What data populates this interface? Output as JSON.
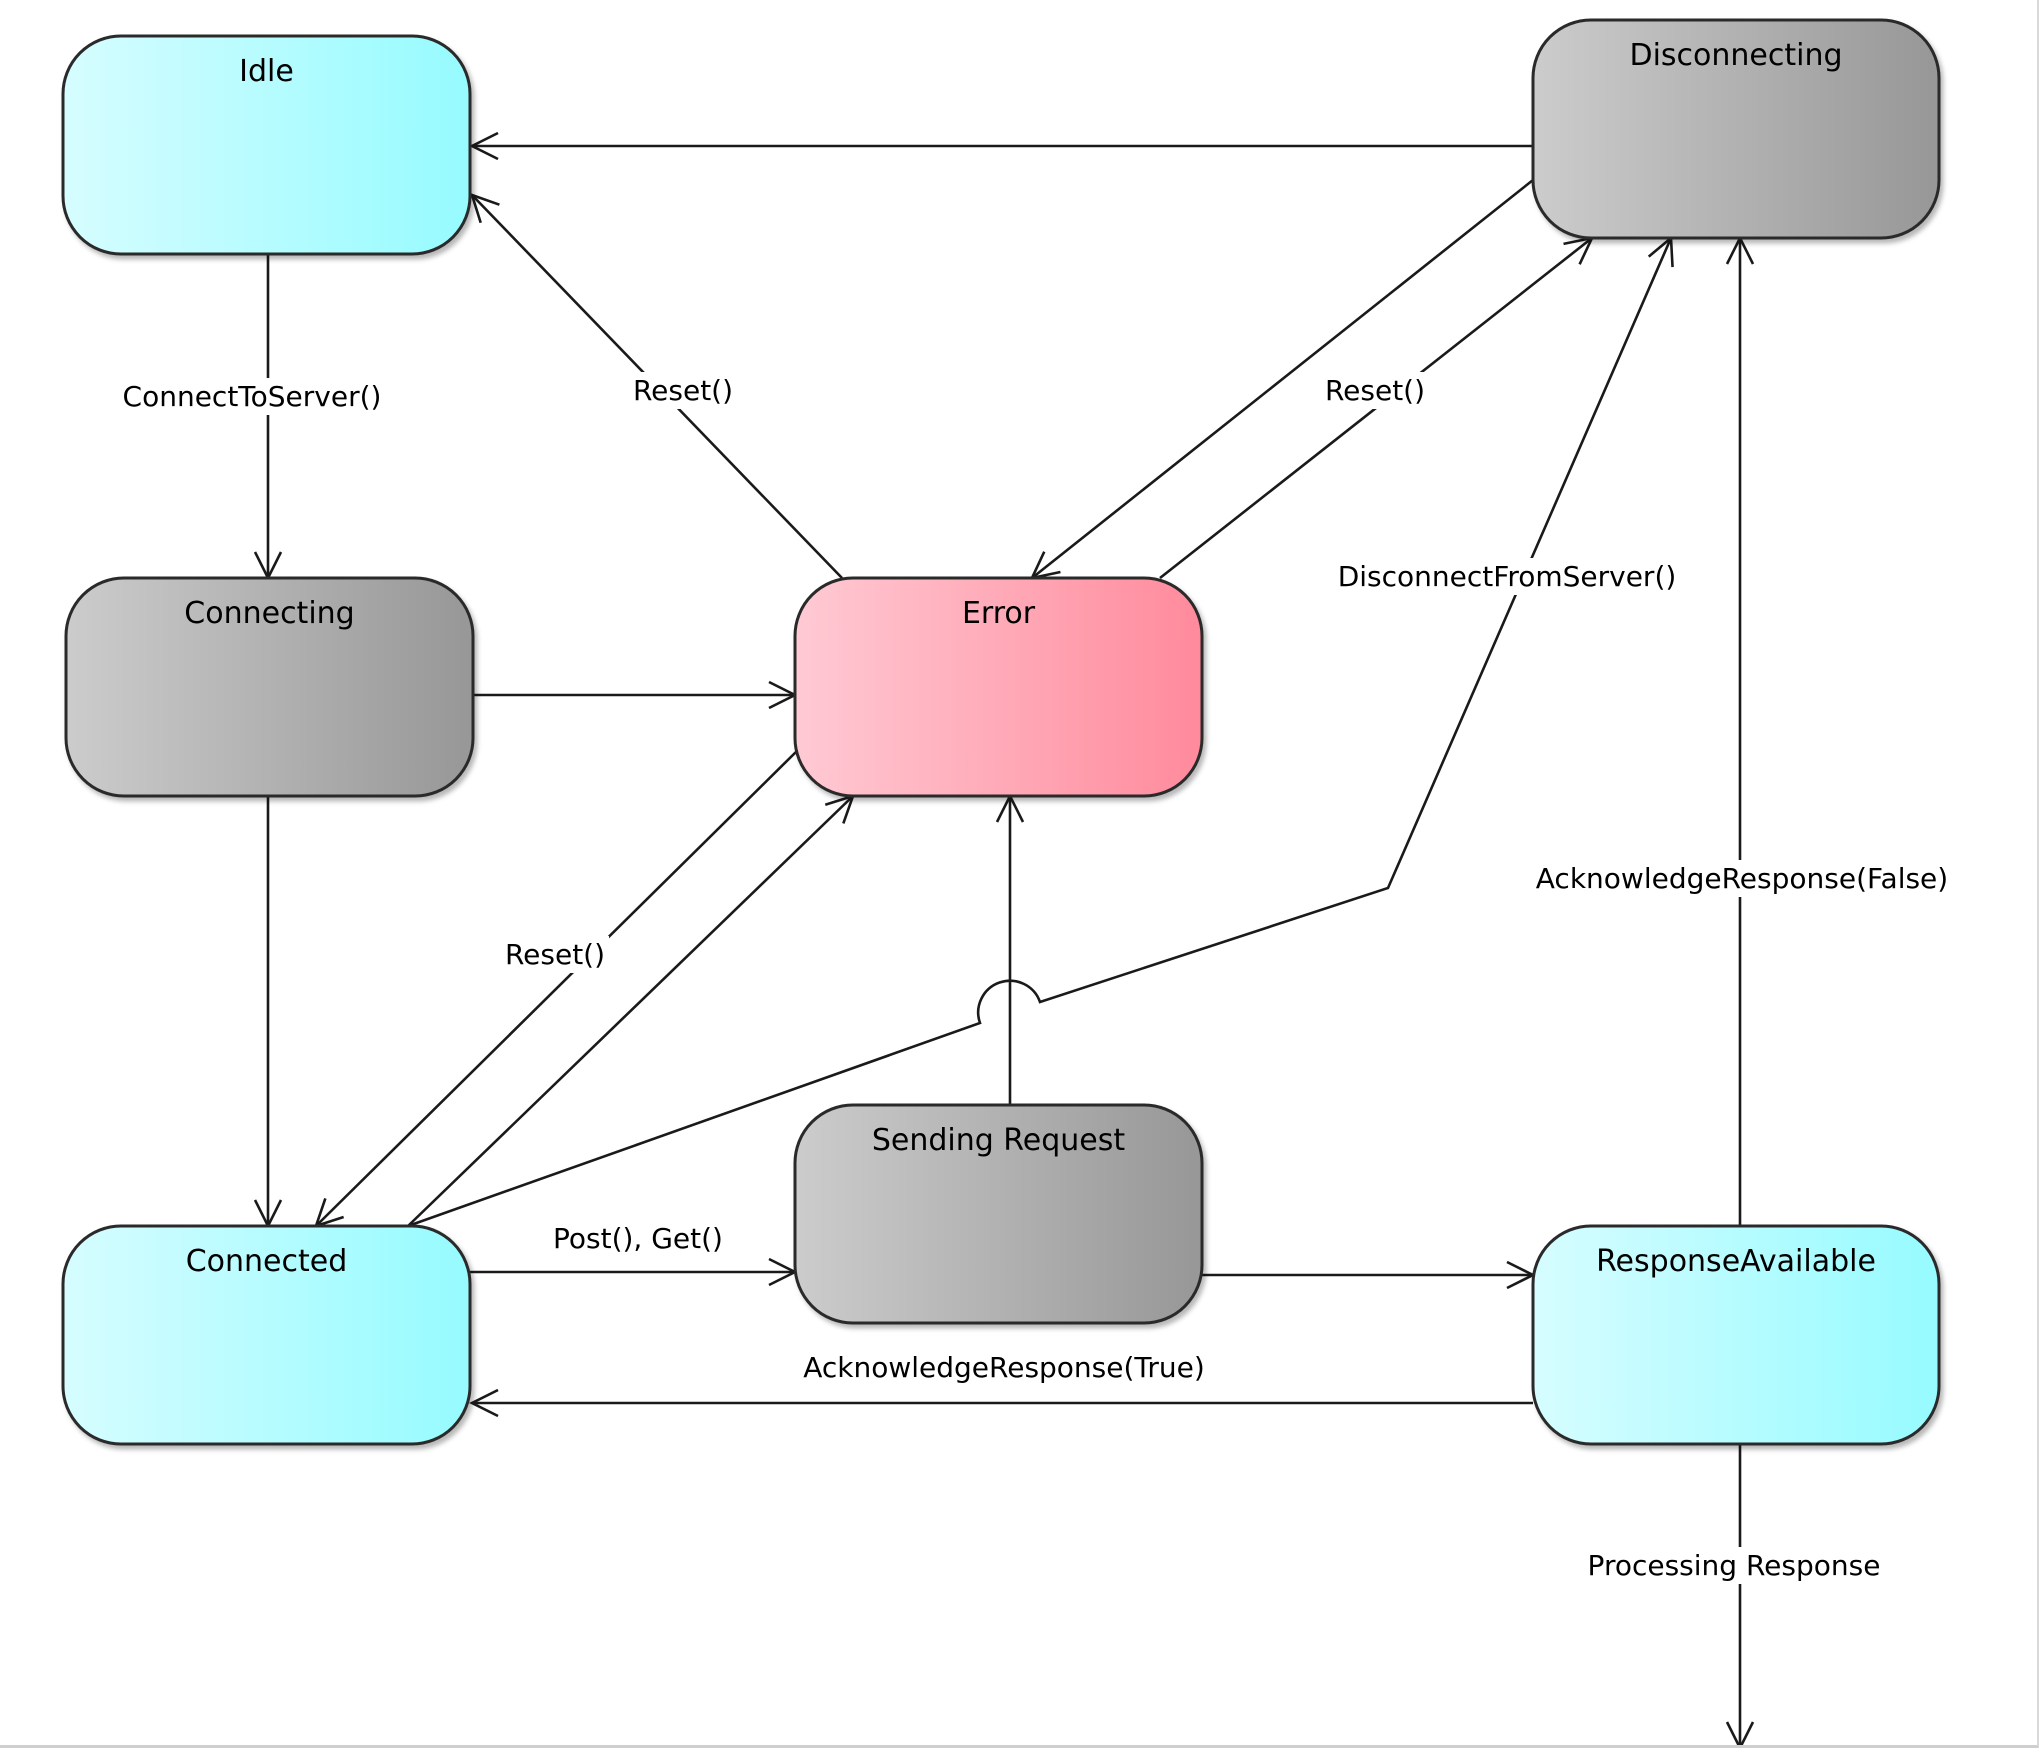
{
  "diagram": {
    "type": "state-machine",
    "states": [
      {
        "id": "idle",
        "name": "Idle",
        "color": "cyan"
      },
      {
        "id": "disconnecting",
        "name": "Disconnecting",
        "color": "gray"
      },
      {
        "id": "connecting",
        "name": "Connecting",
        "color": "gray"
      },
      {
        "id": "error",
        "name": "Error",
        "color": "pink"
      },
      {
        "id": "connected",
        "name": "Connected",
        "color": "cyan"
      },
      {
        "id": "sending",
        "name": "Sending Request",
        "color": "gray"
      },
      {
        "id": "response",
        "name": "ResponseAvailable",
        "color": "cyan"
      }
    ],
    "transitions": [
      {
        "id": "t_disc_idle",
        "from": "disconnecting",
        "to": "idle",
        "label": ""
      },
      {
        "id": "t_idle_connecting",
        "from": "idle",
        "to": "connecting",
        "label": "ConnectToServer()"
      },
      {
        "id": "t_error_idle",
        "from": "error",
        "to": "idle",
        "label": "Reset()"
      },
      {
        "id": "t_disc_error",
        "from": "disconnecting",
        "to": "error",
        "label": ""
      },
      {
        "id": "t_error_disc",
        "from": "error",
        "to": "disconnecting",
        "label": "Reset()"
      },
      {
        "id": "t_connected_disc",
        "from": "connected",
        "to": "disconnecting",
        "label": "DisconnectFromServer()"
      },
      {
        "id": "t_connecting_error",
        "from": "connecting",
        "to": "error",
        "label": ""
      },
      {
        "id": "t_connecting_connected",
        "from": "connecting",
        "to": "connected",
        "label": ""
      },
      {
        "id": "t_error_connected",
        "from": "error",
        "to": "connected",
        "label": "Reset()"
      },
      {
        "id": "t_connected_error",
        "from": "connected",
        "to": "error",
        "label": ""
      },
      {
        "id": "t_sending_error",
        "from": "sending",
        "to": "error",
        "label": ""
      },
      {
        "id": "t_connected_sending",
        "from": "connected",
        "to": "sending",
        "label": "Post(), Get()"
      },
      {
        "id": "t_sending_response",
        "from": "sending",
        "to": "response",
        "label": ""
      },
      {
        "id": "t_response_connected",
        "from": "response",
        "to": "connected",
        "label": "AcknowledgeResponse(True)"
      },
      {
        "id": "t_response_disc",
        "from": "response",
        "to": "disconnecting",
        "label": "AcknowledgeResponse(False)"
      },
      {
        "id": "t_response_out",
        "from": "response",
        "to": "",
        "label": "Processing Response"
      }
    ]
  },
  "colors": {
    "cyan": [
      "#d4fdff",
      "#98fbff"
    ],
    "gray": [
      "#c9c9c9",
      "#9a9a9a"
    ],
    "pink": [
      "#ffc8d2",
      "#ff8c9e"
    ],
    "stroke": "#2a2a2a",
    "line": "#1a1a1a"
  }
}
